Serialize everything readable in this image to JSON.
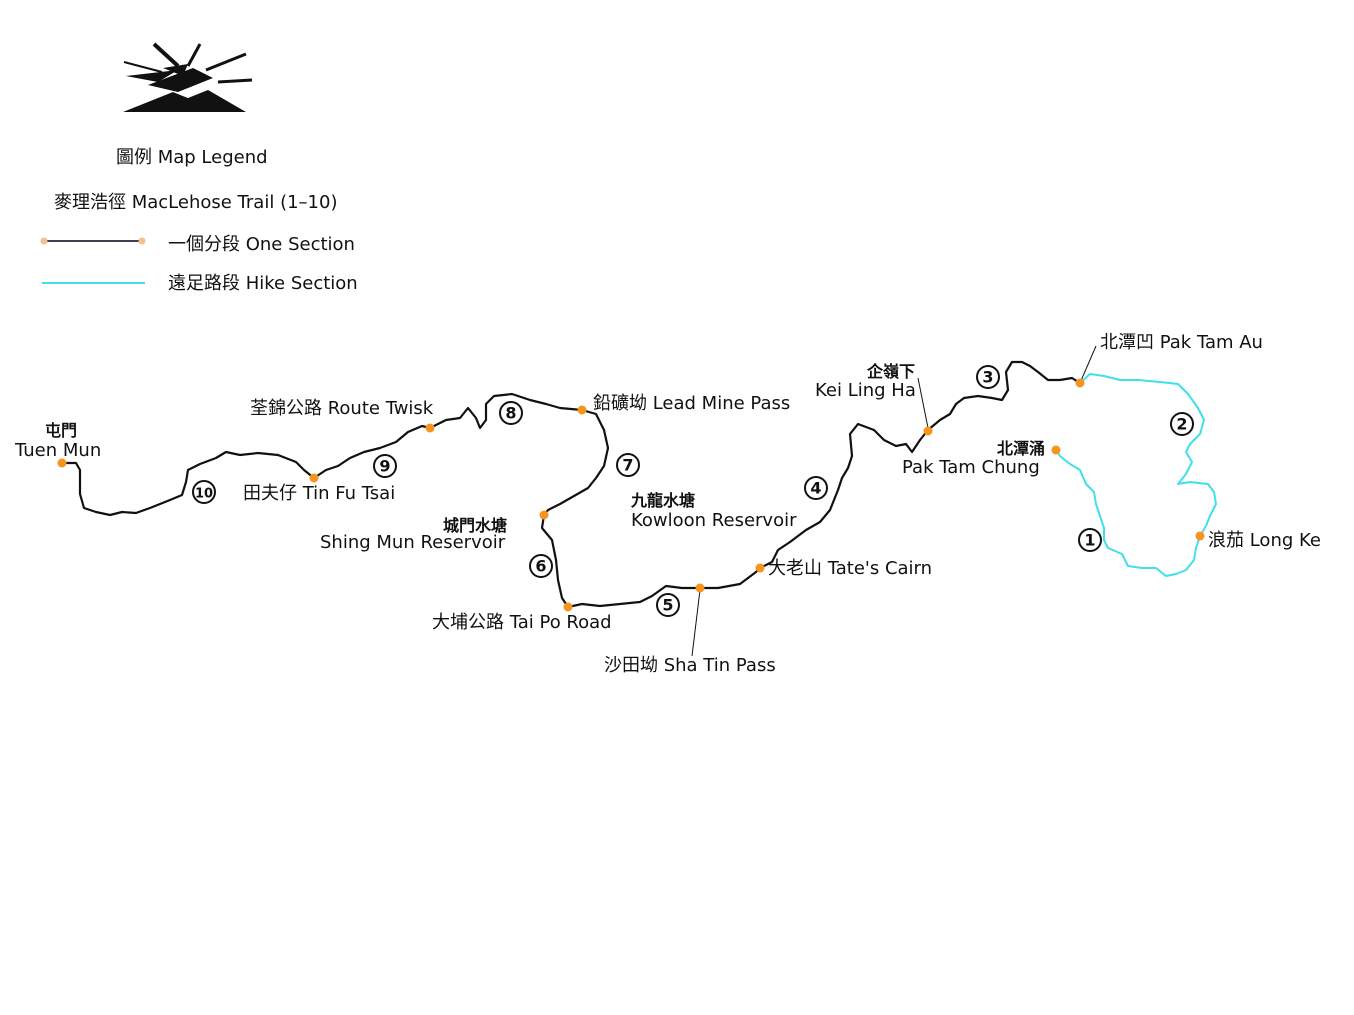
{
  "legend": {
    "title": "圖例 Map Legend",
    "trail": "麥理浩徑 MacLehose Trail (1–10)",
    "one_section": "一個分段 One Section",
    "hike_section": "遠足路段 Hike Section"
  },
  "colors": {
    "trail": "#111111",
    "hike": "#3fe0ea",
    "point": "#f7941d",
    "legend_line": "#3b3f56",
    "legend_dot": "#f5c08a"
  },
  "places": {
    "tuen_mun_zh": "屯門",
    "tuen_mun_en": "Tuen Mun",
    "route_twisk": "荃錦公路 Route Twisk",
    "tin_fu_tsai": "田夫仔 Tin Fu Tsai",
    "lead_mine_pass": "鉛礦坳 Lead Mine Pass",
    "shing_mun_zh": "城門水塘",
    "shing_mun_en": "Shing Mun Reservoir",
    "kowloon_res_zh": "九龍水塘",
    "kowloon_res_en": "Kowloon Reservoir",
    "tai_po_road": "大埔公路 Tai Po Road",
    "sha_tin_pass": "沙田坳 Sha Tin Pass",
    "tates_cairn": "大老山 Tate's Cairn",
    "kei_ling_ha_zh": "企嶺下",
    "kei_ling_ha_en": "Kei Ling Ha",
    "pak_tam_au": "北潭凹 Pak Tam Au",
    "pak_tam_chung_zh": "北潭涌",
    "pak_tam_chung_en": "Pak Tam Chung",
    "long_ke": "浪茄 Long Ke"
  },
  "sections": [
    "1",
    "2",
    "3",
    "4",
    "5",
    "6",
    "7",
    "8",
    "9",
    "10"
  ]
}
